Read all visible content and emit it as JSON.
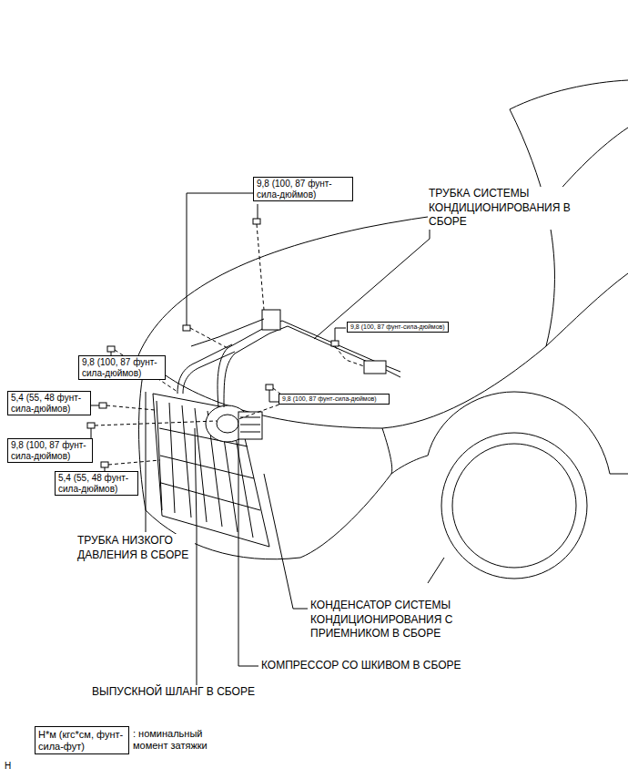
{
  "diagram": {
    "nodes": [
      {
        "text": [
          "9,8 (100, 87 фунт-сила-дюймов)"
        ]
      },
      {
        "text": [
          "9,8 (100, 87 фунт-сила-дюймов)"
        ]
      },
      {
        "text": [
          "9,8 (100, 87 фунт-сила-дюймов)"
        ]
      },
      {
        "text": [
          "5,4 (55, 48 фунт-сила-дюймов)"
        ]
      },
      {
        "text": [
          "9,8 (100, 87 фунт-сила-дюймов)"
        ]
      },
      {
        "text": [
          "9,8 (100, 87 фунт-сила-дюймов)"
        ]
      },
      {
        "text": [
          "5,4 (55, 48 фунт-сила-дюймов)"
        ]
      },
      {
        "text": [
          "Н*м (кгс*см, фунт-сила-фут)",
          ": номинальный момент затяжки"
        ]
      }
    ],
    "labels": [
      "ТРУБКА СИСТЕМЫ КОНДИЦИОНИРОВАНИЯ В СБОРЕ",
      "ТРУБКА НИЗКОГО ДАВЛЕНИЯ В СБОРЕ",
      "КОНДЕНСАТОР СИСТЕМЫ КОНДИЦИОНИРОВАНИЯ С ПРИЕМНИКОМ В СБОРЕ",
      "КОМПРЕССОР СО ШКИВОМ В СБОРЕ",
      "ВЫПУСКНОЙ ШЛАНГ В СБОРЕ",
      "H"
    ]
  }
}
